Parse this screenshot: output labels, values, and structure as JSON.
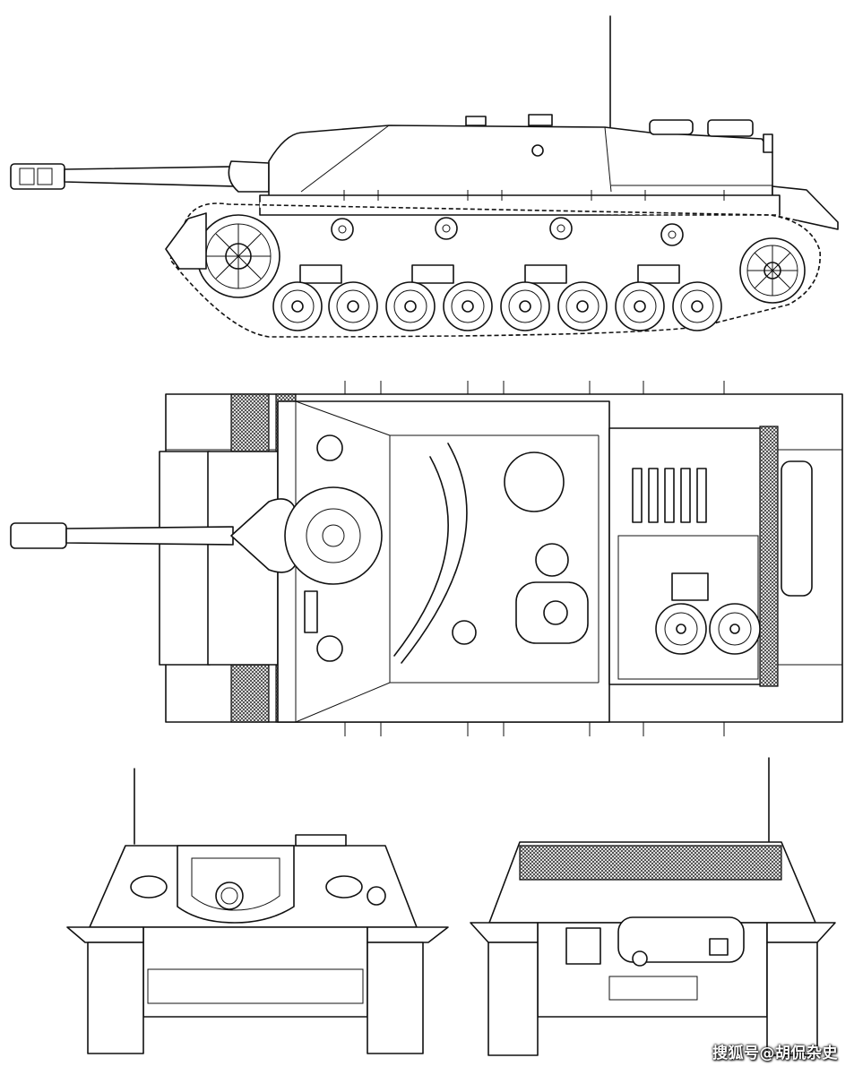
{
  "watermark": {
    "text": "搜狐号@胡侃杂史"
  },
  "views": {
    "side": {
      "road_wheels": 8,
      "return_rollers": 4
    },
    "top": {},
    "front": {},
    "rear": {}
  },
  "colors": {
    "line": "#111111",
    "paper": "#ffffff"
  }
}
